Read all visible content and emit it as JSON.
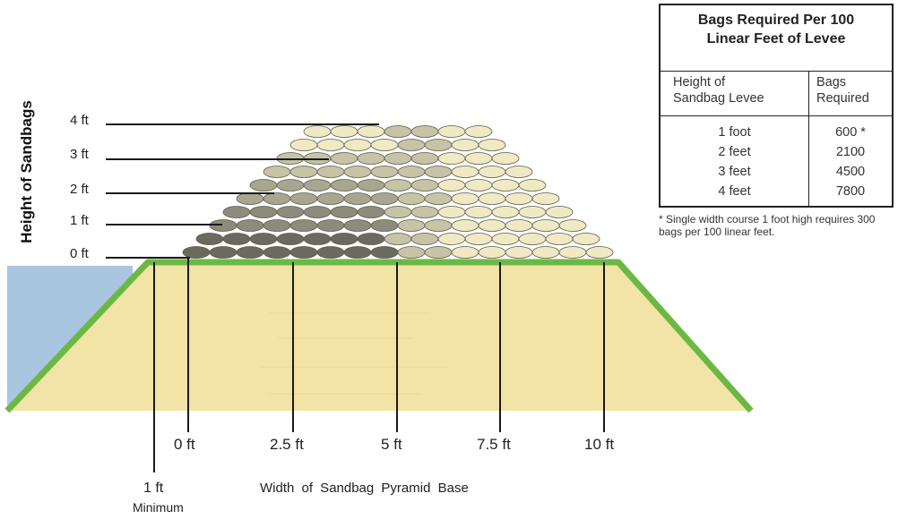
{
  "axis": {
    "y_title": "Height of Sandbags",
    "x_title": "Width of Sandbag Pyramid Base"
  },
  "height_labels": [
    "4 ft",
    "3 ft",
    "2 ft",
    "1 ft",
    "0 ft"
  ],
  "width_labels": [
    "0 ft",
    "2.5 ft",
    "5 ft",
    "7.5 ft",
    "10 ft"
  ],
  "minimum": {
    "value": "1 ft",
    "caption": "Minimum"
  },
  "table": {
    "title_line1": "Bags Required Per 100",
    "title_line2": "Linear Feet of Levee",
    "col1_header_line1": "Height of",
    "col1_header_line2": "Sandbag Levee",
    "col2_header_line1": "Bags",
    "col2_header_line2": "Required",
    "rows": [
      {
        "height": "1 foot",
        "bags": "600 *"
      },
      {
        "height": "2 feet",
        "bags": "2100"
      },
      {
        "height": "3 feet",
        "bags": "4500"
      },
      {
        "height": "4 feet",
        "bags": "7800"
      }
    ],
    "footnote": "* Single width course 1 foot high requires 300 bags per 100 linear feet."
  },
  "colors": {
    "water": "#a9c6e0",
    "levee_fill": "#f2e3a6",
    "grass": "#6cb845",
    "bag_row_1": "#6b6a5e",
    "bag_row_2": "#8d8b7b",
    "bag_row_3": "#a9a690",
    "bag_row_4": "#c6c3a6",
    "bag_light": "#efe9c4"
  }
}
